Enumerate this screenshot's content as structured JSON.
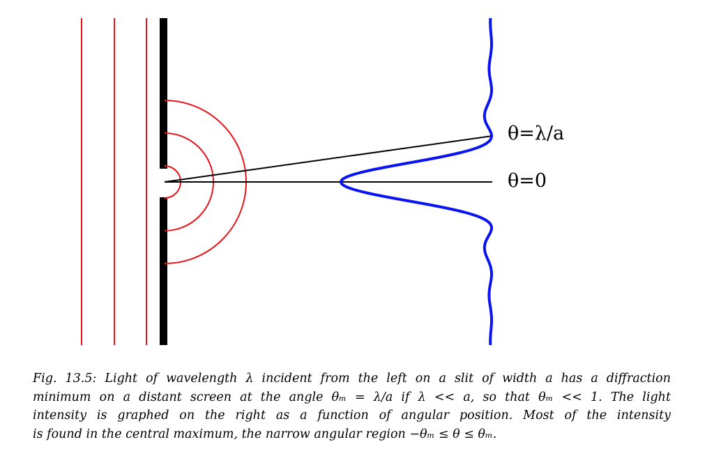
{
  "figure": {
    "labels": {
      "minimum": "θ=λ/a",
      "center": "θ=0"
    },
    "colors": {
      "wave": "#e8141a",
      "intensity": "#0a14f0",
      "barrier": "#000000"
    },
    "first_minimum_angle_label": "λ/a"
  },
  "caption": {
    "lines": [
      "Fig. 13.5: Light of wavelength λ incident from the left on a slit of width a has a diffraction",
      "minimum on a distant screen at the angle θₘ = λ/a if λ << a, so that θₘ << 1. The light",
      "intensity is graphed on the right as a function of angular position. Most of the intensity",
      "is found in the central maximum, the narrow angular region −θₘ ≤ θ ≤ θₘ."
    ]
  }
}
